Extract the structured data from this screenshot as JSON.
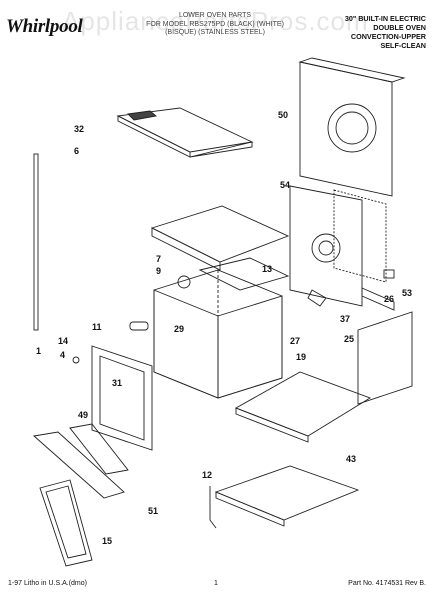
{
  "header": {
    "brand": "Whirlpool",
    "center_lines": [
      "LOWER OVEN PARTS",
      "FOR MODEL RBS275PD (BLACK) (WHITE)",
      "(BISQUE) (STAINLESS STEEL)"
    ],
    "product_lines": [
      "30\" BUILT-IN ELECTRIC",
      "DOUBLE OVEN",
      "CONVECTION-UPPER",
      "SELF-CLEAN"
    ]
  },
  "watermark": "AppliancePartsPros.com",
  "callouts": [
    "32",
    "6",
    "50",
    "54",
    "7",
    "9",
    "13",
    "1",
    "11",
    "29",
    "27",
    "37",
    "26",
    "53",
    "25",
    "14",
    "4",
    "31",
    "19",
    "49",
    "12",
    "43",
    "51",
    "15"
  ],
  "footer": {
    "left": "1-97 Litho in U.S.A.(dmo)",
    "center": "1",
    "right": "Part No. 4174531 Rev B."
  }
}
